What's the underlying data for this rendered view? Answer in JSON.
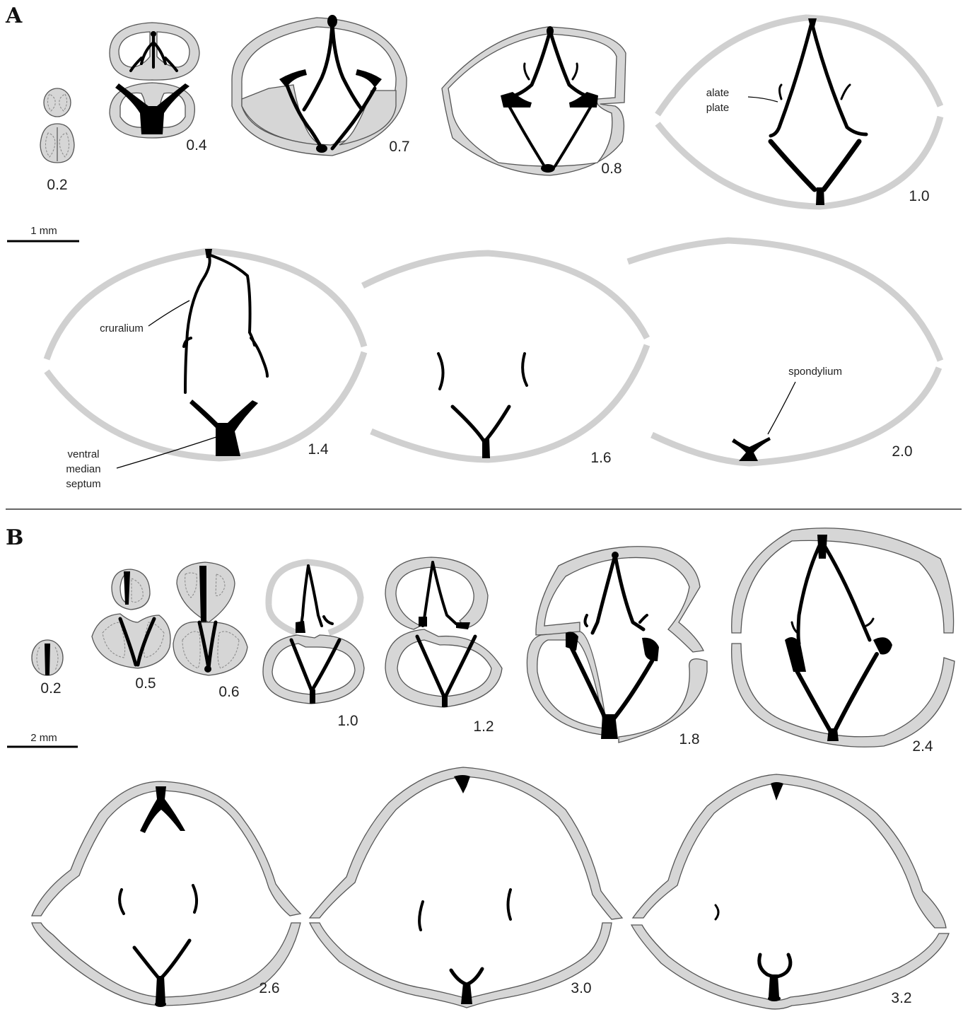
{
  "panel_a": {
    "letter": "A",
    "scale_bar": "1 mm",
    "sections": [
      "0.2",
      "0.4",
      "0.7",
      "0.8",
      "1.0",
      "1.4",
      "1.6",
      "2.0"
    ],
    "labels": {
      "alate_plate_1": "alate",
      "alate_plate_2": "plate",
      "cruralium": "cruralium",
      "spondylium": "spondylium",
      "septum_1": "ventral",
      "septum_2": "median",
      "septum_3": "septum"
    }
  },
  "panel_b": {
    "letter": "B",
    "scale_bar": "2 mm",
    "sections": [
      "0.2",
      "0.5",
      "0.6",
      "1.0",
      "1.2",
      "1.8",
      "2.4",
      "2.6",
      "3.0",
      "3.2"
    ]
  }
}
